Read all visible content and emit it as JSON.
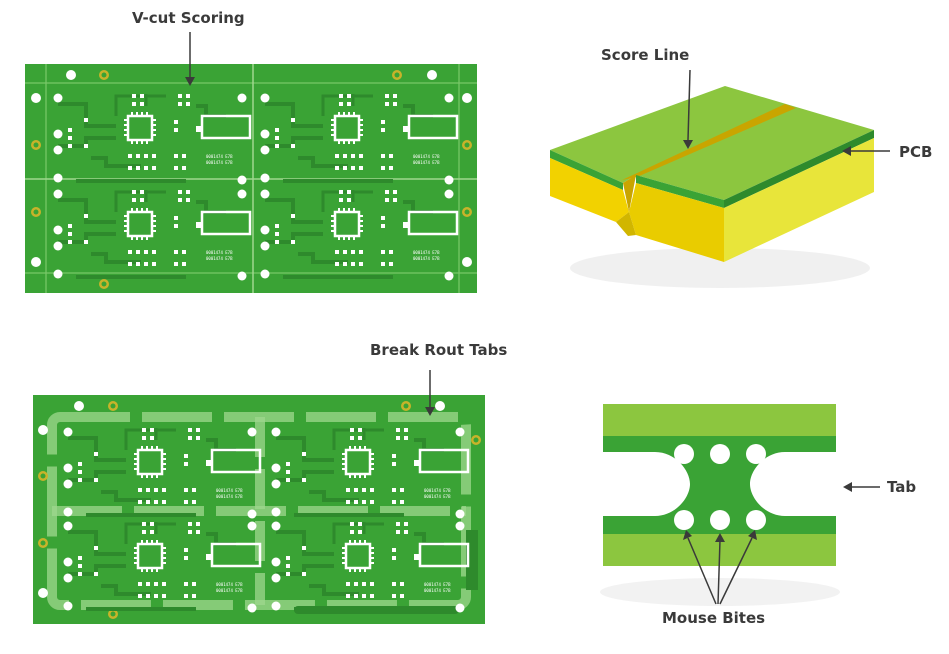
{
  "labels": {
    "vcut_scoring": "V-cut Scoring",
    "score_line": "Score Line",
    "pcb": "PCB",
    "break_rout_tabs": "Break Rout Tabs",
    "tab": "Tab",
    "mouse_bites": "Mouse Bites"
  },
  "board_marking": "0001474 E7B",
  "colors": {
    "pcb_green": "#3aa335",
    "pcb_dark_green": "#2e8a2c",
    "pcb_light_green": "#8cc63f",
    "core_yellow": "#f2d200",
    "score_gold": "#c9a500",
    "label_text": "#3a3a3a"
  }
}
